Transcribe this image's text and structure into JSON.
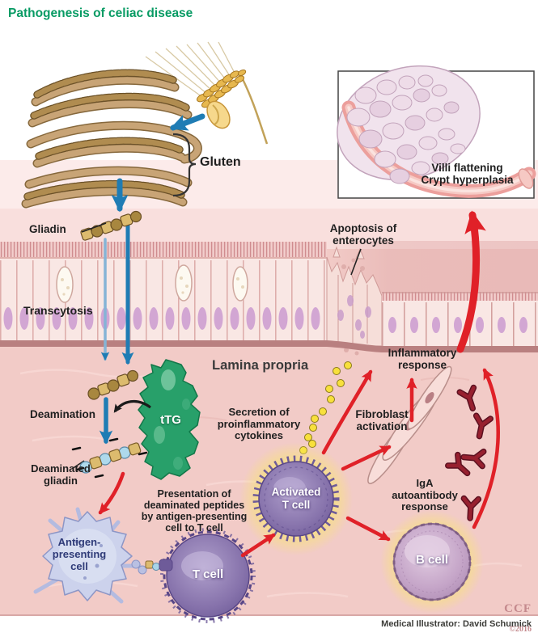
{
  "header": {
    "title": "Pathogenesis of celiac disease"
  },
  "labels": {
    "gluten": "Gluten",
    "gliadin": "Gliadin",
    "transcytosis": "Transcytosis",
    "apoptosis": "Apoptosis of\nenterocytes",
    "villi_box": "Villi flattening\nCrypt hyperplasia",
    "lamina_propria": "Lamina propria",
    "deamination": "Deamination",
    "ttg": "tTG",
    "deaminated_gliadin": "Deaminated\ngliadin",
    "presentation": "Presentation of\ndeaminated peptides\nby antigen-presenting\ncell to T cell",
    "secretion": "Secretion of\nproinflammatory\ncytokines",
    "inflammatory_response": "Inflammatory\nresponse",
    "fibroblast_activation": "Fibroblast\nactivation",
    "iga_response": "IgA\nautoantibody\nresponse",
    "antigen_presenting_cell": "Antigen-\npresenting\ncell",
    "t_cell": "T cell",
    "activated_t_cell": "Activated\nT cell",
    "b_cell": "B cell"
  },
  "footer": {
    "watermark_org": "CCF",
    "watermark_year": "©2016",
    "credit": "Medical Illustrator: David Schumick"
  },
  "colors": {
    "title_green": "#089b64",
    "arrow_blue": "#1f7cb4",
    "arrow_red": "#e02128",
    "ttg_green": "#28a06a",
    "cytokine_yellow": "#f8e03c",
    "antibody_dark_red": "#97202f",
    "t_cell_purple": "#7c68a4",
    "apc_lavender": "#ccd2ec",
    "b_cell_mauve": "#c5a5c8",
    "glow_yellow": "#f6e049"
  }
}
